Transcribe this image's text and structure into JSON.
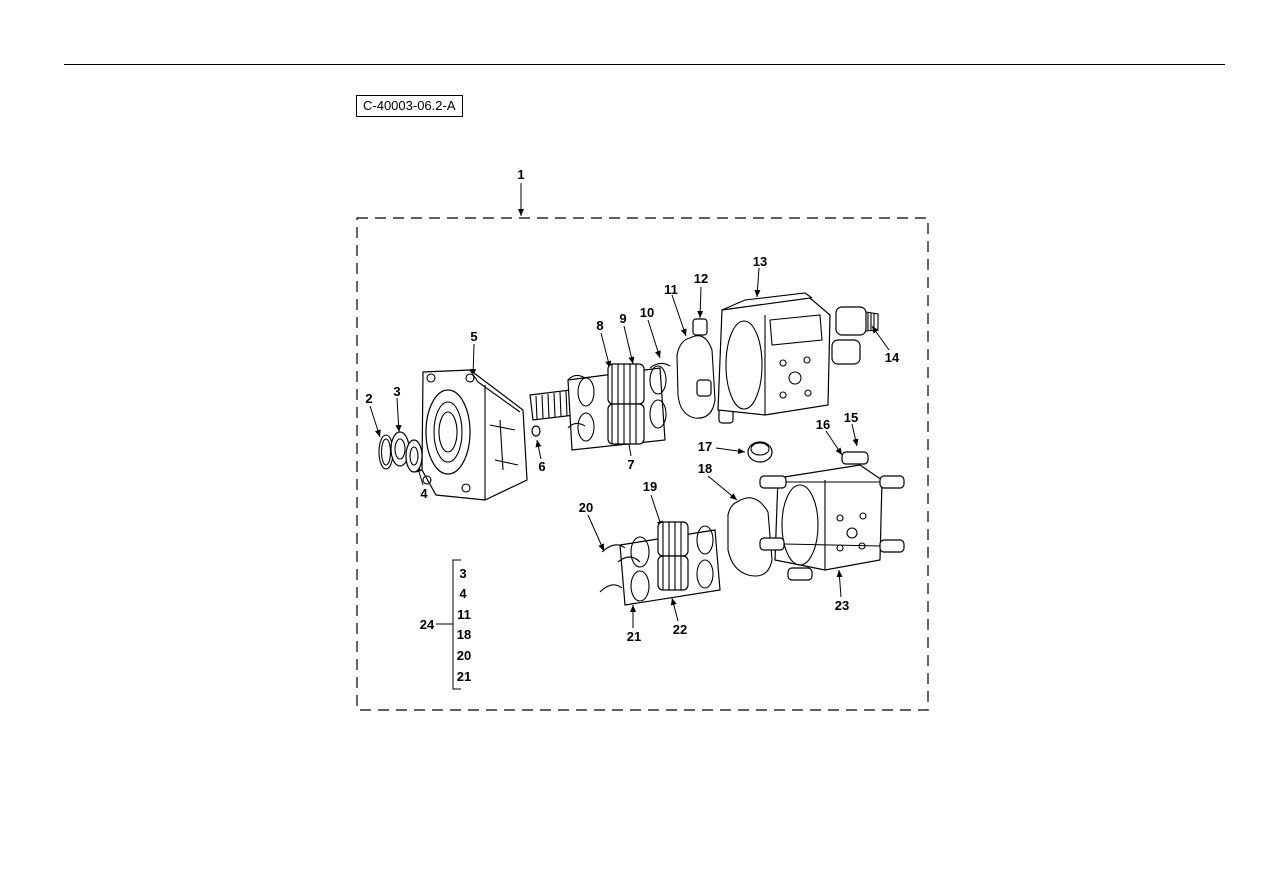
{
  "figure_id": "C-40003-06.2-A",
  "callouts": {
    "c1": "1",
    "c2": "2",
    "c3": "3",
    "c4": "4",
    "c5": "5",
    "c6": "6",
    "c7": "7",
    "c8": "8",
    "c9": "9",
    "c10": "10",
    "c11": "11",
    "c12": "12",
    "c13": "13",
    "c14": "14",
    "c15": "15",
    "c16": "16",
    "c17": "17",
    "c18": "18",
    "c19": "19",
    "c20": "20",
    "c21": "21",
    "c22": "22",
    "c23": "23"
  },
  "kit": {
    "label": "24",
    "items": [
      "3",
      "4",
      "11",
      "18",
      "20",
      "21"
    ]
  }
}
